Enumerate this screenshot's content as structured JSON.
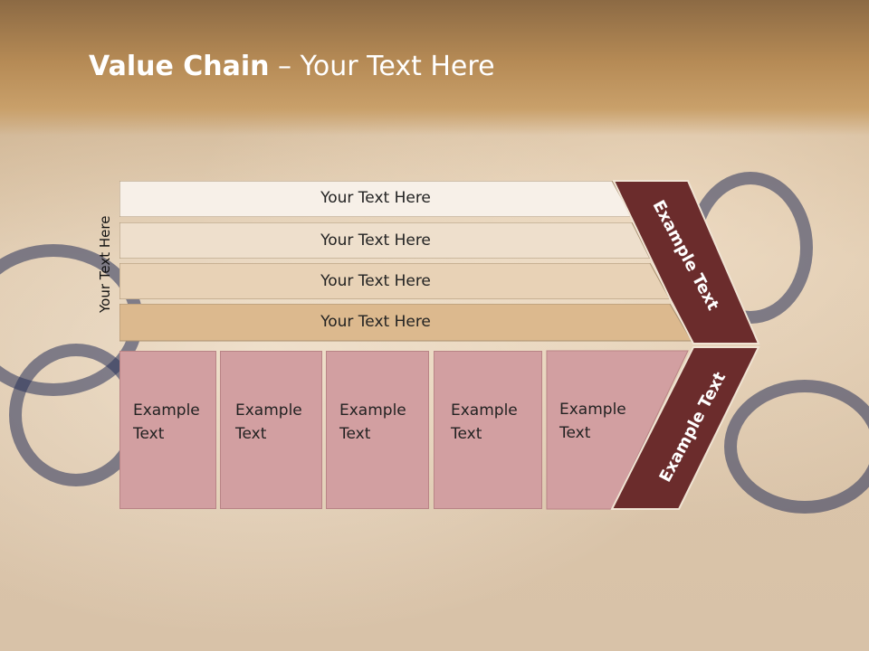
{
  "slide": {
    "title_bold": "Value Chain",
    "title_rest": " – Your Text Here",
    "side_label": "Your Text Here"
  },
  "bars": [
    {
      "label": "Your Text Here",
      "fill": "#f7f0e8"
    },
    {
      "label": "Your Text Here",
      "fill": "#eedfcc"
    },
    {
      "label": "Your Text Here",
      "fill": "#e8d2b6"
    },
    {
      "label": "Your Text Here",
      "fill": "#dcb98e"
    }
  ],
  "boxes": [
    {
      "line1": "Example",
      "line2": "Text"
    },
    {
      "line1": "Example",
      "line2": "Text"
    },
    {
      "line1": "Example",
      "line2": "Text"
    },
    {
      "line1": "Example",
      "line2": "Text"
    },
    {
      "line1": "Example",
      "line2": "Text"
    }
  ],
  "chevrons": [
    {
      "label": "Example Text"
    },
    {
      "label": "Example Text"
    }
  ],
  "colors": {
    "header_brown": "#b58a55",
    "chevron_dark": "#6b2c2c",
    "box_pink": "#d29fa1"
  }
}
